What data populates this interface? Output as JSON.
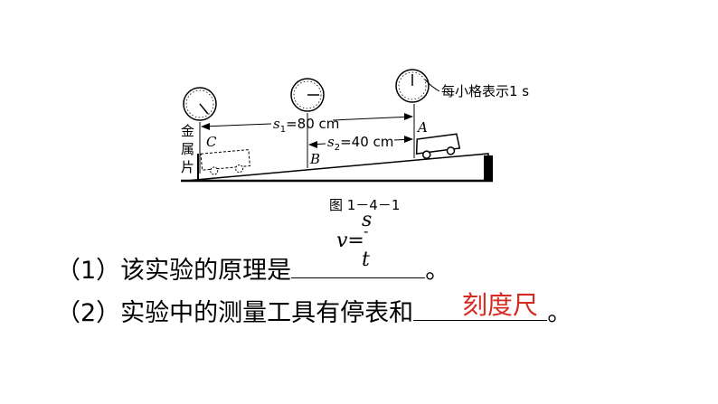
{
  "figure": {
    "caption": "图 1－4－1",
    "clock_note": "每小格表示1 s",
    "plate_label_chars": [
      "金",
      "属",
      "片"
    ],
    "point_labels": {
      "a": "A",
      "b": "B",
      "c": "C"
    },
    "s1": {
      "var": "s",
      "sub": "1",
      "text": "=80 cm"
    },
    "s2": {
      "var": "s",
      "sub": "2",
      "text": "=40 cm"
    }
  },
  "questions": [
    {
      "prefix": "（1）该实验的原理是",
      "suffix": "。"
    },
    {
      "prefix": "（2）实验中的测量工具有停表和",
      "suffix": "。"
    }
  ],
  "answers": {
    "q2": "刻度尺"
  },
  "formula": {
    "lhs": "v=",
    "numerator": "s",
    "bar": "-",
    "denominator": "t"
  }
}
